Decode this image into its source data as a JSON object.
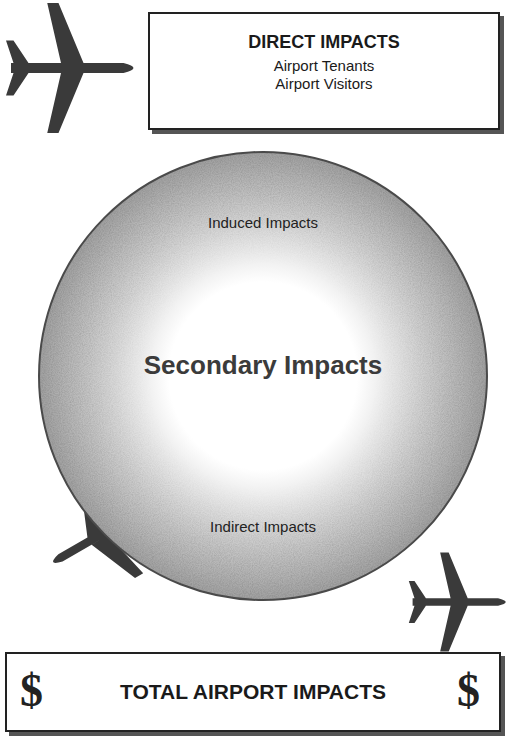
{
  "diagram": {
    "nodes": [
      {
        "text": [
          "DIRECT IMPACTS",
          "Airport Tenants",
          "Airport Visitors"
        ]
      },
      {
        "text": [
          "Induced Impacts",
          "Secondary Impacts",
          "Indirect Impacts"
        ]
      },
      {
        "text": [
          "TOTAL AIRPORT IMPACTS"
        ]
      }
    ],
    "labels": [
      "$",
      "$"
    ]
  }
}
